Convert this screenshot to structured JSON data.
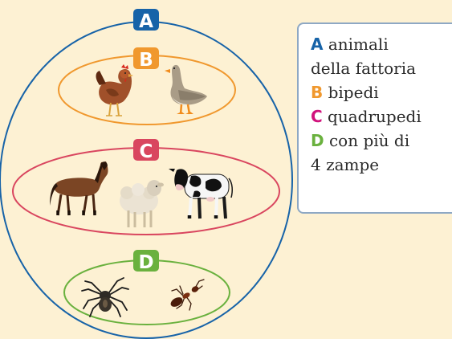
{
  "colors": {
    "background": "#fdf1d3",
    "a": "#1763a8",
    "b": "#f0982e",
    "c": "#d9465f",
    "d": "#6ab13e",
    "legend_border": "#8ea8c4"
  },
  "sets": {
    "a": {
      "letter": "A",
      "contents": [
        "horse-icon",
        "sheep-icon",
        "cow-icon",
        "chicken-icon",
        "goose-icon",
        "spider-icon",
        "ant-icon"
      ]
    },
    "b": {
      "letter": "B",
      "contents": [
        "chicken-icon",
        "goose-icon"
      ]
    },
    "c": {
      "letter": "C",
      "contents": [
        "horse-icon",
        "sheep-icon",
        "cow-icon"
      ]
    },
    "d": {
      "letter": "D",
      "contents": [
        "spider-icon",
        "ant-icon"
      ]
    }
  },
  "legend": {
    "a_letter": "A",
    "a_text_1": "animali",
    "a_text_2": "della fattoria",
    "b_letter": "B",
    "b_text": "bipedi",
    "c_letter": "C",
    "c_text": "quadrupedi",
    "d_letter": "D",
    "d_text_1": "con più di",
    "d_text_2": "4 zampe"
  }
}
